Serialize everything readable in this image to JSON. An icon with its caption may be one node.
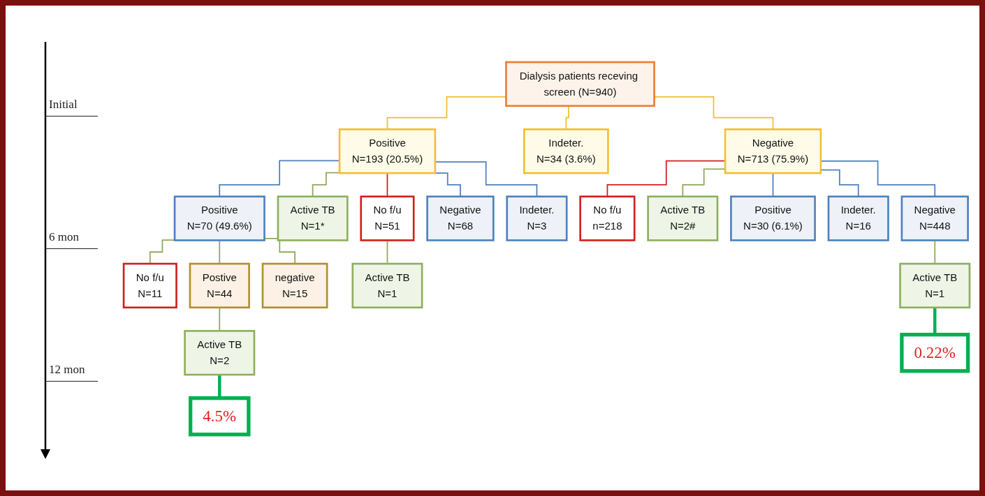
{
  "diagram": {
    "nodes": [
      {
        "text": [
          "Dialysis patients receving screen (N=940)"
        ]
      },
      {
        "text": [
          "Positive",
          "N=193 (20.5%)"
        ]
      },
      {
        "text": [
          "Indeter.",
          "N=34 (3.6%)"
        ]
      },
      {
        "text": [
          "Negative",
          "N=713 (75.9%)"
        ]
      },
      {
        "text": [
          "No f/u",
          "N=51"
        ]
      },
      {
        "text": [
          "Active TB",
          "N=1*"
        ]
      },
      {
        "text": [
          "Positive",
          "N=70 (49.6%)"
        ]
      },
      {
        "text": [
          "Negative",
          "N=68"
        ]
      },
      {
        "text": [
          "Indeter.",
          "N=3"
        ]
      },
      {
        "text": [
          "No f/u",
          "n=218"
        ]
      },
      {
        "text": [
          "Active TB",
          "N=2#"
        ]
      },
      {
        "text": [
          "Positive",
          "N=30 (6.1%)"
        ]
      },
      {
        "text": [
          "Indeter.",
          "N=16"
        ]
      },
      {
        "text": [
          "Negative",
          "N=448"
        ]
      },
      {
        "text": [
          "No f/u",
          "N=11"
        ]
      },
      {
        "text": [
          "Postive",
          "N=44"
        ]
      },
      {
        "text": [
          "negative",
          "N=15"
        ]
      },
      {
        "text": [
          "Active TB",
          "N=1"
        ]
      },
      {
        "text": [
          "Active TB",
          "N=2"
        ]
      },
      {
        "text": [
          "4.5%"
        ]
      },
      {
        "text": [
          "0.22%"
        ]
      },
      {
        "text": [
          "Active TB",
          "N=1"
        ]
      }
    ],
    "edges": [
      {
        "from": 0,
        "to": 1,
        "arrow": "none",
        "color": "#f0c030"
      },
      {
        "from": 0,
        "to": 2,
        "arrow": "none",
        "color": "#f0c030"
      },
      {
        "from": 0,
        "to": 3,
        "arrow": "none",
        "color": "#f0c030"
      },
      {
        "from": 1,
        "to": 4,
        "arrow": "none",
        "color": "#d02020"
      },
      {
        "from": 1,
        "to": 5,
        "arrow": "none"
      },
      {
        "from": 1,
        "to": 6,
        "arrow": "none",
        "color": "#4f81bd"
      },
      {
        "from": 1,
        "to": 7,
        "arrow": "none",
        "color": "#4f81bd"
      },
      {
        "from": 1,
        "to": 8,
        "arrow": "none",
        "color": "#4f81bd"
      },
      {
        "from": 3,
        "to": 9,
        "arrow": "none",
        "color": "#d02020"
      },
      {
        "from": 3,
        "to": 10,
        "arrow": "none"
      },
      {
        "from": 3,
        "to": 11,
        "arrow": "none",
        "color": "#4f81bd"
      },
      {
        "from": 3,
        "to": 12,
        "arrow": "none",
        "color": "#4f81bd"
      },
      {
        "from": 3,
        "to": 13,
        "arrow": "none",
        "color": "#4f81bd"
      },
      {
        "from": 6,
        "to": 14,
        "arrow": "none"
      },
      {
        "from": 6,
        "to": 15,
        "arrow": "none"
      },
      {
        "from": 6,
        "to": 16,
        "arrow": "none"
      },
      {
        "from": 4,
        "to": 17,
        "arrow": "none"
      },
      {
        "from": 15,
        "to": 18,
        "arrow": "none"
      },
      {
        "from": 18,
        "to": 19,
        "arrow": "none",
        "style": "thick",
        "color": "#00b050"
      },
      {
        "from": 13,
        "to": 21,
        "arrow": "none"
      },
      {
        "from": 21,
        "to": 20,
        "arrow": "none",
        "style": "thick",
        "color": "#00b050"
      }
    ],
    "labels": [
      "Initial",
      "6 mon",
      "12 mon"
    ]
  }
}
